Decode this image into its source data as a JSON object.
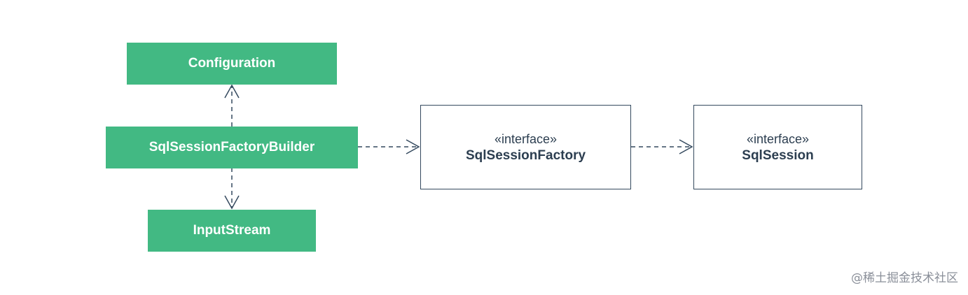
{
  "nodes": {
    "configuration": {
      "label": "Configuration"
    },
    "builder": {
      "label": "SqlSessionFactoryBuilder"
    },
    "input_stream": {
      "label": "InputStream"
    },
    "factory": {
      "stereotype": "«interface»",
      "label": "SqlSessionFactory"
    },
    "session": {
      "stereotype": "«interface»",
      "label": "SqlSession"
    }
  },
  "colors": {
    "node_fill": "#42b983",
    "node_text": "#ffffff",
    "interface_border": "#34495e",
    "interface_text": "#2c3e50",
    "connector": "#34495e",
    "watermark": "#8a8f99"
  },
  "edges": [
    {
      "from": "builder",
      "to": "configuration",
      "style": "dashed",
      "arrow": "open"
    },
    {
      "from": "builder",
      "to": "input_stream",
      "style": "dashed",
      "arrow": "open"
    },
    {
      "from": "builder",
      "to": "factory",
      "style": "dashed",
      "arrow": "open"
    },
    {
      "from": "factory",
      "to": "session",
      "style": "dashed",
      "arrow": "open"
    }
  ],
  "watermark": "@稀土掘金技术社区"
}
